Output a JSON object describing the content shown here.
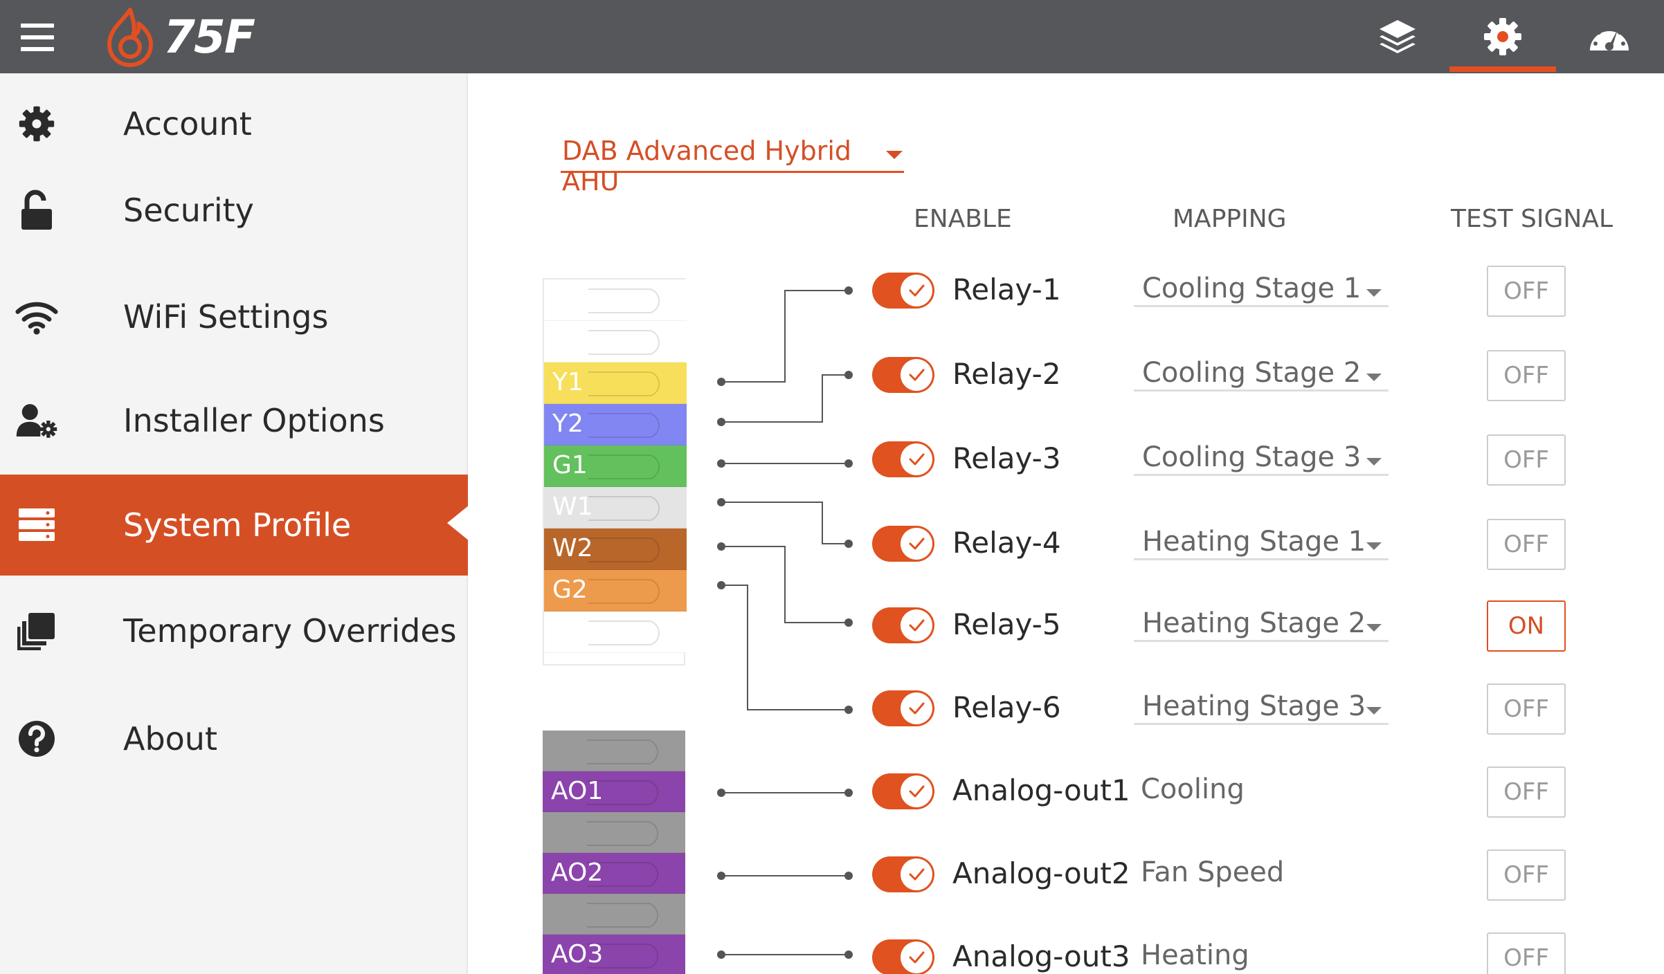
{
  "header": {
    "brand": "75F",
    "icons": [
      "layers-icon",
      "gear-icon",
      "dashboard-gauge-icon"
    ],
    "accent": "#e24f22",
    "bar_color": "#55575b"
  },
  "sidebar": {
    "items": [
      {
        "label": "Account",
        "icon": "gear-icon"
      },
      {
        "label": "Security",
        "icon": "unlock-icon"
      },
      {
        "label": "WiFi Settings",
        "icon": "wifi-icon"
      },
      {
        "label": "Installer Options",
        "icon": "user-settings-icon"
      },
      {
        "label": "System Profile",
        "icon": "server-icon",
        "active": true
      },
      {
        "label": "Temporary Overrides",
        "icon": "copy-stack-icon"
      },
      {
        "label": "About",
        "icon": "help-circle-icon"
      }
    ]
  },
  "main": {
    "profile": "DAB Advanced Hybrid AHU",
    "columns": {
      "enable": "ENABLE",
      "mapping": "MAPPING",
      "test_signal": "TEST SIGNAL"
    },
    "relay_terminals": [
      {
        "label": "",
        "color": "#ffffff"
      },
      {
        "label": "",
        "color": "#ffffff"
      },
      {
        "label": "Y1",
        "color": "#f8df5b"
      },
      {
        "label": "Y2",
        "color": "#8286f2"
      },
      {
        "label": "G1",
        "color": "#62c15c"
      },
      {
        "label": "W1",
        "color": "#e4e4e4"
      },
      {
        "label": "W2",
        "color": "#b9662b"
      },
      {
        "label": "G2",
        "color": "#ee9a4c"
      },
      {
        "label": "",
        "color": "#ffffff"
      }
    ],
    "analog_terminals": [
      {
        "label": "",
        "color": "#9a9a9a"
      },
      {
        "label": "AO1",
        "color": "#8b44ab"
      },
      {
        "label": "",
        "color": "#9a9a9a"
      },
      {
        "label": "AO2",
        "color": "#8b44ab"
      },
      {
        "label": "",
        "color": "#9a9a9a"
      },
      {
        "label": "AO3",
        "color": "#8b44ab"
      }
    ],
    "rows": [
      {
        "name": "Relay-1",
        "enabled": true,
        "mapping": "Cooling Stage 1",
        "dropdown": true,
        "test": "OFF"
      },
      {
        "name": "Relay-2",
        "enabled": true,
        "mapping": "Cooling Stage 2",
        "dropdown": true,
        "test": "OFF"
      },
      {
        "name": "Relay-3",
        "enabled": true,
        "mapping": "Cooling Stage 3",
        "dropdown": true,
        "test": "OFF"
      },
      {
        "name": "Relay-4",
        "enabled": true,
        "mapping": "Heating Stage 1",
        "dropdown": true,
        "test": "OFF"
      },
      {
        "name": "Relay-5",
        "enabled": true,
        "mapping": "Heating Stage 2",
        "dropdown": true,
        "test": "ON"
      },
      {
        "name": "Relay-6",
        "enabled": true,
        "mapping": "Heating Stage 3",
        "dropdown": true,
        "test": "OFF"
      },
      {
        "name": "Analog-out1",
        "enabled": true,
        "mapping": "Cooling",
        "dropdown": false,
        "test": "OFF"
      },
      {
        "name": "Analog-out2",
        "enabled": true,
        "mapping": "Fan Speed",
        "dropdown": false,
        "test": "OFF"
      },
      {
        "name": "Analog-out3",
        "enabled": true,
        "mapping": "Heating",
        "dropdown": false,
        "test": "OFF"
      }
    ]
  }
}
